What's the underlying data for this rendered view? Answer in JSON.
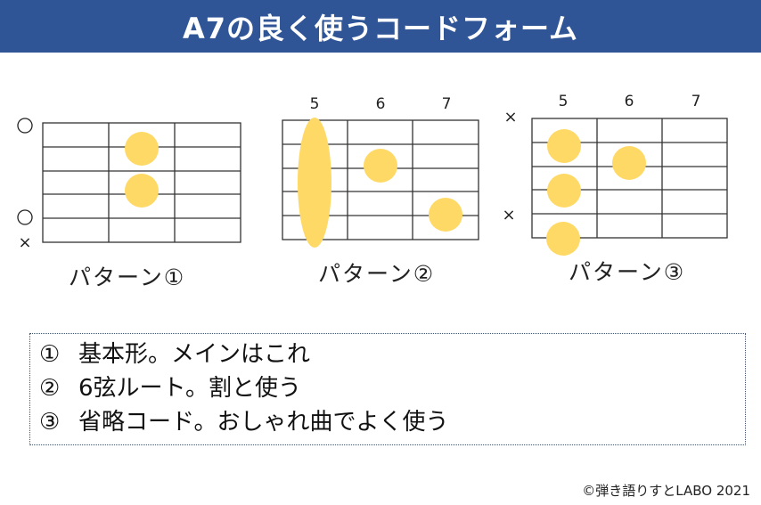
{
  "header": {
    "title": "A7の良く使うコードフォーム",
    "background_color": "#2f5597"
  },
  "colors": {
    "dot": "#ffd966",
    "grid_line": "#333333"
  },
  "diagrams": [
    {
      "label": "パターン①",
      "fret_numbers": [],
      "string_markers": [
        {
          "string": 1,
          "symbol": "○"
        },
        {
          "string": 5,
          "symbol": "○"
        },
        {
          "string": 6,
          "symbol": "×"
        }
      ],
      "dots": [
        {
          "string": 2,
          "fret_col": 2
        },
        {
          "string": 4,
          "fret_col": 2
        }
      ]
    },
    {
      "label": "パターン②",
      "fret_numbers": [
        "5",
        "6",
        "7"
      ],
      "string_markers": [],
      "barre": {
        "fret_col": 1,
        "from_string": 1,
        "to_string": 6
      },
      "dots": [
        {
          "string": 3,
          "fret_col": 2
        },
        {
          "string": 5,
          "fret_col": 3
        }
      ]
    },
    {
      "label": "パターン③",
      "fret_numbers": [
        "5",
        "6",
        "7"
      ],
      "string_markers": [
        {
          "string": 1,
          "symbol": "×"
        },
        {
          "string": 5,
          "symbol": "×"
        }
      ],
      "dots": [
        {
          "string": 2,
          "fret_col": 1
        },
        {
          "string": 3,
          "fret_col": 2
        },
        {
          "string": 4,
          "fret_col": 1
        },
        {
          "string": 6,
          "fret_col": 1
        }
      ]
    }
  ],
  "notes": [
    {
      "num": "①",
      "text": "基本形。メインはこれ"
    },
    {
      "num": "②",
      "text": "6弦ルート。割と使う"
    },
    {
      "num": "③",
      "text": "省略コード。おしゃれ曲でよく使う"
    }
  ],
  "credit": "©弾き語りすとLABO 2021"
}
